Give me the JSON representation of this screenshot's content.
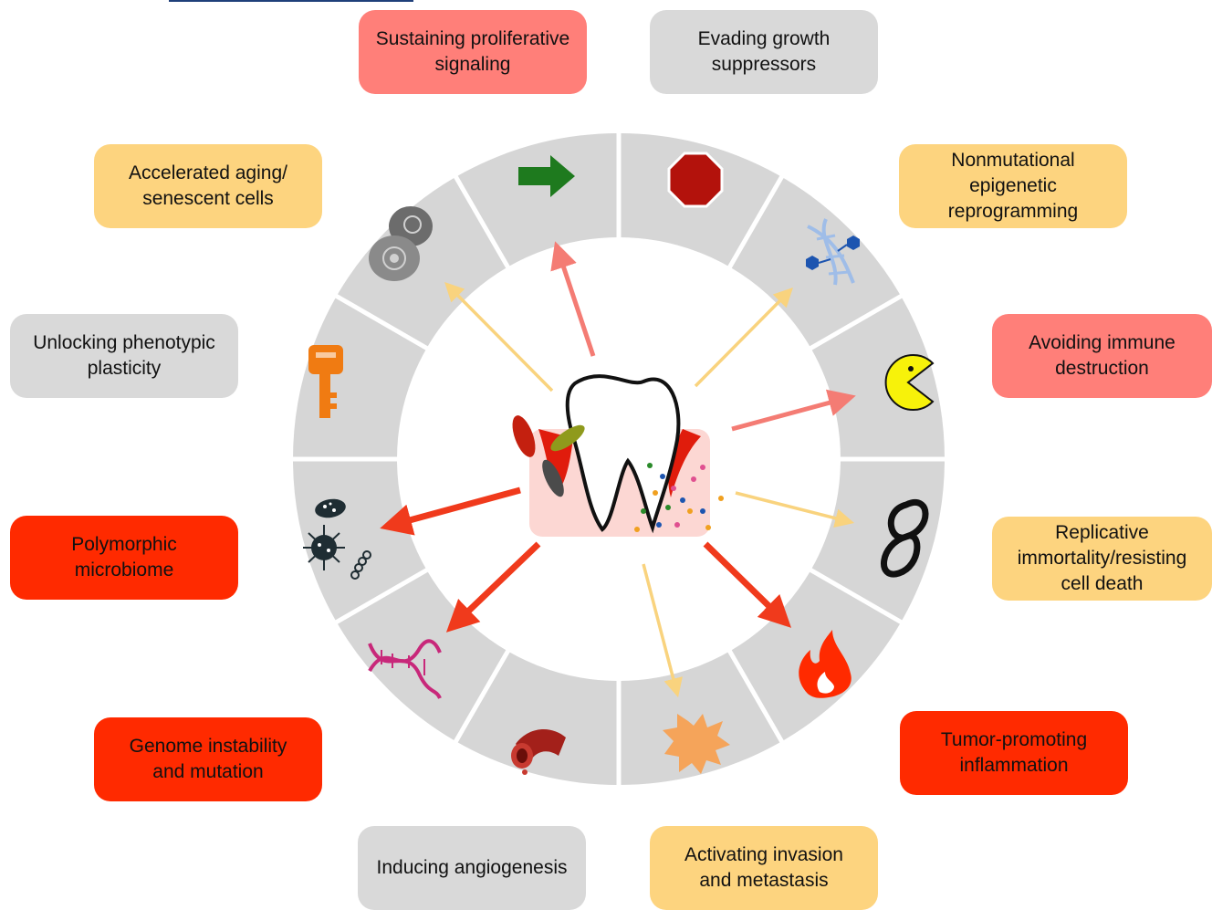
{
  "hallmarks": [
    {
      "id": "sustaining",
      "label": "Sustaining proliferative\nsignaling",
      "category": "pink",
      "icon": "green-arrow-icon"
    },
    {
      "id": "evading",
      "label": "Evading growth\nsuppressors",
      "category": "gray",
      "icon": "stop-sign-icon"
    },
    {
      "id": "nonmutational",
      "label": "Nonmutational\nepigenetic\nreprogramming",
      "category": "yellow",
      "icon": "dna-methylation-icon"
    },
    {
      "id": "immune",
      "label": "Avoiding immune\ndestruction",
      "category": "pink",
      "icon": "pacman-icon"
    },
    {
      "id": "replicative",
      "label": "Replicative\nimmortality/resisting\ncell death",
      "category": "yellow",
      "icon": "infinity-icon"
    },
    {
      "id": "inflammation",
      "label": "Tumor-promoting\ninflammation",
      "category": "red",
      "icon": "flame-icon"
    },
    {
      "id": "invasion",
      "label": "Activating invasion\nand metastasis",
      "category": "yellow",
      "icon": "burst-icon"
    },
    {
      "id": "angiogenesis",
      "label": "Inducing angiogenesis",
      "category": "gray",
      "icon": "blood-vessel-icon"
    },
    {
      "id": "genome",
      "label": "Genome instability\nand mutation",
      "category": "red",
      "icon": "dna-helix-icon"
    },
    {
      "id": "microbiome",
      "label": "Polymorphic\nmicrobiome",
      "category": "red",
      "icon": "microbes-icon"
    },
    {
      "id": "plasticity",
      "label": "Unlocking phenotypic\nplasticity",
      "category": "gray",
      "icon": "key-icon"
    },
    {
      "id": "aging",
      "label": "Accelerated aging/\nsenescent cells",
      "category": "yellow",
      "icon": "senescent-cells-icon"
    }
  ],
  "colors": {
    "gray": "#d9d9d9",
    "pink": "#ff7f79",
    "yellow": "#fdd47f",
    "red": "#ff2a00",
    "ring": "#d6d6d6",
    "arrow_pink": "#f47c74",
    "arrow_yellow": "#f9d37e",
    "arrow_red": "#f03a1c"
  },
  "center_icon": "tooth-periodontitis-icon"
}
